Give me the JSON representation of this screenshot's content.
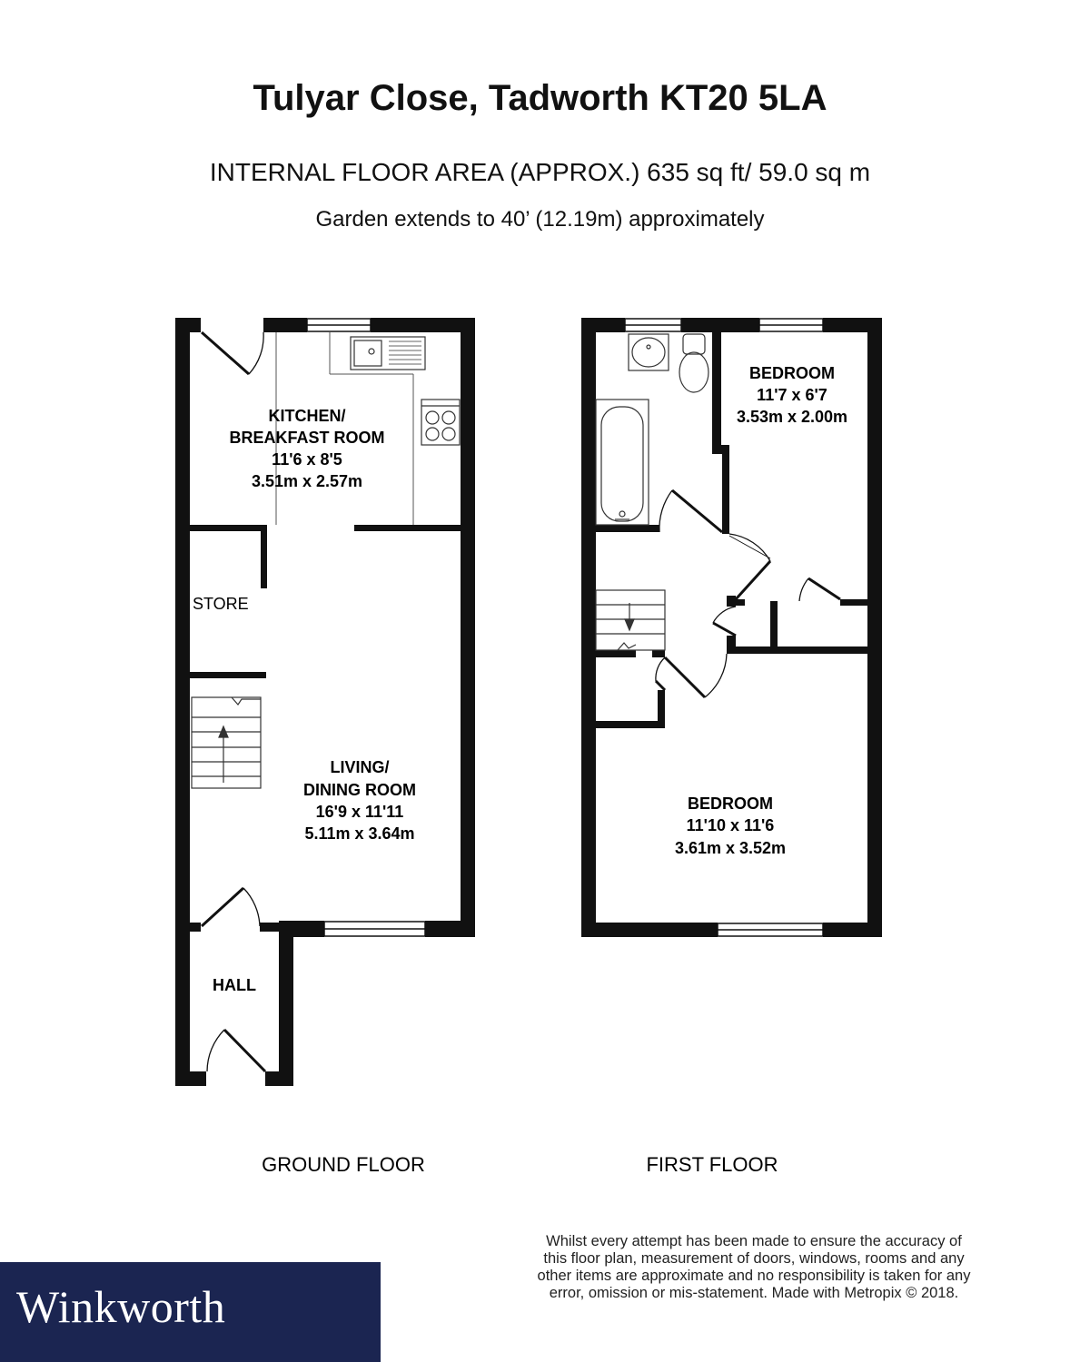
{
  "header": {
    "title": "Tulyar Close, Tadworth KT20 5LA",
    "area_line": "INTERNAL FLOOR AREA (APPROX.)  635 sq ft/ 59.0 sq m",
    "garden_line": "Garden extends to 40’ (12.19m) approximately"
  },
  "ground_floor": {
    "label": "GROUND FLOOR",
    "kitchen": {
      "name1": "KITCHEN/",
      "name2": "BREAKFAST ROOM",
      "imperial": "11'6 x 8'5",
      "metric": "3.51m x 2.57m"
    },
    "store": {
      "name": "STORE"
    },
    "living": {
      "name1": "LIVING/",
      "name2": "DINING ROOM",
      "imperial": "16'9 x 11'11",
      "metric": "5.11m x 3.64m"
    },
    "hall": {
      "name": "HALL"
    }
  },
  "first_floor": {
    "label": "FIRST FLOOR",
    "bedroom_small": {
      "name": "BEDROOM",
      "imperial": "11'7 x 6'7",
      "metric": "3.53m x 2.00m"
    },
    "bedroom_large": {
      "name": "BEDROOM",
      "imperial": "11'10 x 11'6",
      "metric": "3.61m x 3.52m"
    }
  },
  "footer": {
    "brand": "Winkworth",
    "brand_color": "#1b2551",
    "disclaimer_lines": [
      "Whilst every attempt has been made to ensure the accuracy of",
      "this floor plan, measurement of doors, windows, rooms and any",
      "other items are approximate and no responsibility is taken for any",
      "error, omission or mis-statement. Made with Metropix © 2018."
    ]
  }
}
